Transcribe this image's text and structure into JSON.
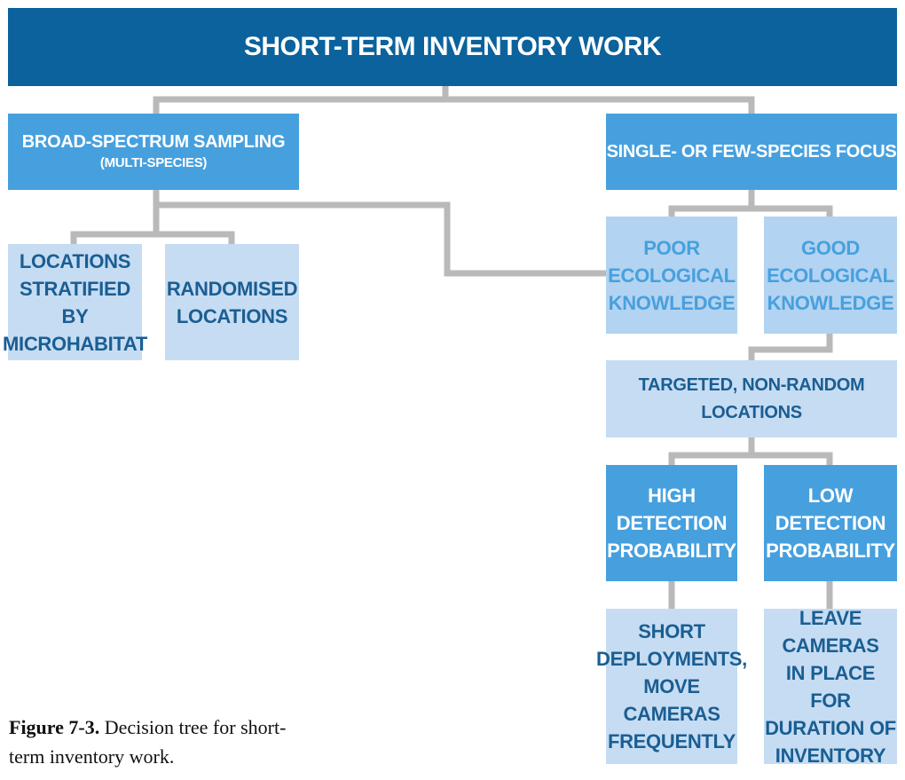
{
  "title": "SHORT-TERM INVENTORY WORK",
  "branches": {
    "broad": {
      "label": "BROAD-SPECTRUM SAMPLING",
      "sublabel": "(MULTI-SPECIES)"
    },
    "single": {
      "label": "SINGLE- OR FEW-SPECIES FOCUS"
    }
  },
  "broad_children": {
    "stratified": [
      "LOCATIONS",
      "STRATIFIED BY",
      "MICROHABITAT"
    ],
    "randomised": [
      "RANDOMISED",
      "LOCATIONS"
    ]
  },
  "knowledge": {
    "poor": [
      "POOR",
      "ECOLOGICAL",
      "KNOWLEDGE"
    ],
    "good": [
      "GOOD",
      "ECOLOGICAL",
      "KNOWLEDGE"
    ]
  },
  "targeted": "TARGETED, NON-RANDOM LOCATIONS",
  "detection": {
    "high": [
      "HIGH",
      "DETECTION",
      "PROBABILITY"
    ],
    "low": [
      "LOW",
      "DETECTION",
      "PROBABILITY"
    ]
  },
  "actions": {
    "short": [
      "SHORT",
      "DEPLOYMENTS,",
      "MOVE CAMERAS",
      "FREQUENTLY"
    ],
    "leave": [
      "LEAVE CAMERAS",
      "IN PLACE FOR",
      "DURATION OF",
      "INVENTORY"
    ]
  },
  "caption": {
    "label": "Figure 7-3.",
    "text": "Decision tree for short-term inventory work."
  },
  "colors": {
    "title_bg": "#0b629c",
    "branch_bg": "#47a0de",
    "leaf_bg": "#c6dcf2",
    "leaf_text": "#1a5e93",
    "knowledge_bg": "#b2d3f1",
    "knowledge_text": "#47a0de",
    "connector": "#b9b9b9"
  }
}
